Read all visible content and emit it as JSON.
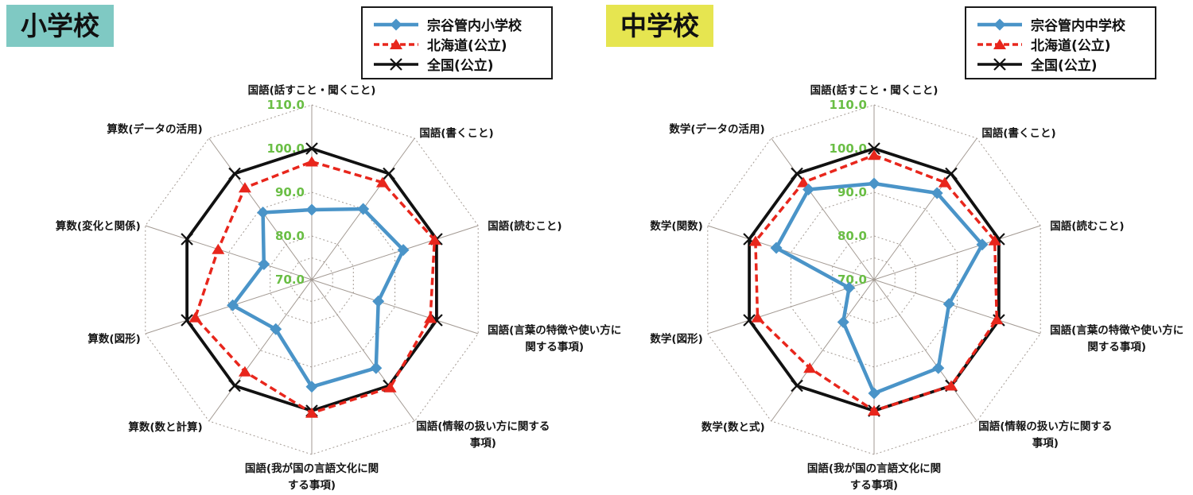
{
  "page": {
    "badges": [
      {
        "label": "小学校",
        "bg": "#7fc9c3"
      },
      {
        "label": "中学校",
        "bg": "#e6e550"
      }
    ]
  },
  "chart_data": [
    {
      "type": "radar",
      "title": "小学校",
      "legend_position": "top-right",
      "axis": {
        "min": 70,
        "max": 110,
        "gridlines": [
          75,
          80,
          90,
          100,
          110
        ],
        "tick_labels": [
          "110.0",
          "100.0",
          "90.0",
          "80.0",
          "70.0"
        ],
        "tick_color": "#6abe45",
        "grid_color": "#a39a93"
      },
      "categories": [
        {
          "label": "国語(話すこと・聞くこと)",
          "lines": [
            "国語(話すこと・聞くこと)"
          ]
        },
        {
          "label": "国語(書くこと)",
          "lines": [
            "国語(書くこと)"
          ]
        },
        {
          "label": "国語(読むこと)",
          "lines": [
            "国語(読むこと)"
          ]
        },
        {
          "label": "国語(言葉の特徴や使い方に関する事項)",
          "lines": [
            "国語(言葉の特徴や使い方に",
            "関する事項)"
          ]
        },
        {
          "label": "国語(情報の扱い方に関する事項)",
          "lines": [
            "国語(情報の扱い方に関する",
            "事項)"
          ]
        },
        {
          "label": "国語(我が国の言語文化に関する事項)",
          "lines": [
            "国語(我が国の言語文化に関",
            "する事項)"
          ]
        },
        {
          "label": "算数(数と計算)",
          "lines": [
            "算数(数と計算)"
          ]
        },
        {
          "label": "算数(図形)",
          "lines": [
            "算数(図形)"
          ]
        },
        {
          "label": "算数(変化と関係)",
          "lines": [
            "算数(変化と関係)"
          ]
        },
        {
          "label": "算数(データの活用)",
          "lines": [
            "算数(データの活用)"
          ]
        }
      ],
      "series": [
        {
          "name": "宗谷管内小学校",
          "color": "#4a94c8",
          "style": "solid",
          "marker": "diamond",
          "values": [
            86,
            90,
            92,
            86,
            95,
            94.5,
            84,
            89,
            81.5,
            89
          ]
        },
        {
          "name": "北海道(公立)",
          "color": "#e8261c",
          "style": "dashed",
          "marker": "triangle",
          "values": [
            97,
            97.5,
            99.5,
            98.5,
            100.5,
            100.5,
            96,
            98,
            92.5,
            96
          ]
        },
        {
          "name": "全国(公立)",
          "color": "#111111",
          "style": "solid",
          "marker": "x",
          "values": [
            100,
            100,
            100,
            100,
            100,
            100,
            100,
            100,
            100,
            100
          ]
        }
      ]
    },
    {
      "type": "radar",
      "title": "中学校",
      "legend_position": "top-right",
      "axis": {
        "min": 70,
        "max": 110,
        "gridlines": [
          75,
          80,
          90,
          100,
          110
        ],
        "tick_labels": [
          "110.0",
          "100.0",
          "90.0",
          "80.0",
          "70.0"
        ],
        "tick_color": "#6abe45",
        "grid_color": "#a39a93"
      },
      "categories": [
        {
          "label": "国語(話すこと・聞くこと)",
          "lines": [
            "国語(話すこと・聞くこと)"
          ]
        },
        {
          "label": "国語(書くこと)",
          "lines": [
            "国語(書くこと)"
          ]
        },
        {
          "label": "国語(読むこと)",
          "lines": [
            "国語(読むこと)"
          ]
        },
        {
          "label": "国語(言葉の特徴や使い方に関する事項)",
          "lines": [
            "国語(言葉の特徴や使い方に",
            "関する事項)"
          ]
        },
        {
          "label": "国語(情報の扱い方に関する事項)",
          "lines": [
            "国語(情報の扱い方に関する",
            "事項)"
          ]
        },
        {
          "label": "国語(我が国の言語文化に関する事項)",
          "lines": [
            "国語(我が国の言語文化に関",
            "する事項)"
          ]
        },
        {
          "label": "数学(数と式)",
          "lines": [
            "数学(数と式)"
          ]
        },
        {
          "label": "数学(図形)",
          "lines": [
            "数学(図形)"
          ]
        },
        {
          "label": "数学(関数)",
          "lines": [
            "数学(関数)"
          ]
        },
        {
          "label": "数学(データの活用)",
          "lines": [
            "数学(データの活用)"
          ]
        }
      ],
      "series": [
        {
          "name": "宗谷管内中学校",
          "color": "#4a94c8",
          "style": "solid",
          "marker": "diamond",
          "values": [
            92,
            94.5,
            96,
            88,
            95,
            96,
            82,
            76,
            93.5,
            95.5
          ]
        },
        {
          "name": "北海道(公立)",
          "color": "#e8261c",
          "style": "dashed",
          "marker": "triangle",
          "values": [
            98.5,
            97.5,
            99,
            99.5,
            100,
            100,
            95,
            98,
            98.5,
            97.5
          ]
        },
        {
          "name": "全国(公立)",
          "color": "#111111",
          "style": "solid",
          "marker": "x",
          "values": [
            100,
            100,
            100,
            100,
            100,
            100,
            100,
            100,
            100,
            100
          ]
        }
      ]
    }
  ]
}
